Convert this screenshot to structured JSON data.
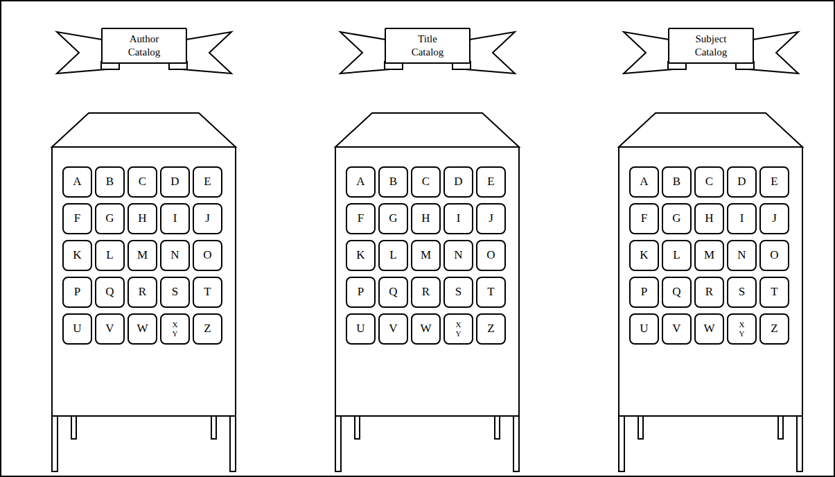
{
  "diagram": {
    "nodes": [
      {
        "text": [
          "Author Catalog"
        ]
      },
      {
        "text": [
          "A"
        ]
      },
      {
        "text": [
          "B"
        ]
      },
      {
        "text": [
          "C"
        ]
      },
      {
        "text": [
          "D"
        ]
      },
      {
        "text": [
          "E"
        ]
      },
      {
        "text": [
          "F"
        ]
      },
      {
        "text": [
          "G"
        ]
      },
      {
        "text": [
          "H"
        ]
      },
      {
        "text": [
          "I"
        ]
      },
      {
        "text": [
          "J"
        ]
      },
      {
        "text": [
          "K"
        ]
      },
      {
        "text": [
          "L"
        ]
      },
      {
        "text": [
          "M"
        ]
      },
      {
        "text": [
          "N"
        ]
      },
      {
        "text": [
          "O"
        ]
      },
      {
        "text": [
          "P"
        ]
      },
      {
        "text": [
          "Q"
        ]
      },
      {
        "text": [
          "R"
        ]
      },
      {
        "text": [
          "S"
        ]
      },
      {
        "text": [
          "T"
        ]
      },
      {
        "text": [
          "U"
        ]
      },
      {
        "text": [
          "V"
        ]
      },
      {
        "text": [
          "W"
        ]
      },
      {
        "text": [
          "X Y"
        ]
      },
      {
        "text": [
          "Z"
        ]
      },
      {
        "text": [
          "Title Catalog"
        ]
      },
      {
        "text": [
          "A"
        ]
      },
      {
        "text": [
          "B"
        ]
      },
      {
        "text": [
          "C"
        ]
      },
      {
        "text": [
          "D"
        ]
      },
      {
        "text": [
          "E"
        ]
      },
      {
        "text": [
          "F"
        ]
      },
      {
        "text": [
          "G"
        ]
      },
      {
        "text": [
          "H"
        ]
      },
      {
        "text": [
          "I"
        ]
      },
      {
        "text": [
          "J"
        ]
      },
      {
        "text": [
          "K"
        ]
      },
      {
        "text": [
          "L"
        ]
      },
      {
        "text": [
          "M"
        ]
      },
      {
        "text": [
          "N"
        ]
      },
      {
        "text": [
          "O"
        ]
      },
      {
        "text": [
          "P"
        ]
      },
      {
        "text": [
          "Q"
        ]
      },
      {
        "text": [
          "R"
        ]
      },
      {
        "text": [
          "S"
        ]
      },
      {
        "text": [
          "T"
        ]
      },
      {
        "text": [
          "U"
        ]
      },
      {
        "text": [
          "V"
        ]
      },
      {
        "text": [
          "W"
        ]
      },
      {
        "text": [
          "X Y"
        ]
      },
      {
        "text": [
          "Z"
        ]
      },
      {
        "text": [
          "Subject Catalog"
        ]
      },
      {
        "text": [
          "A"
        ]
      },
      {
        "text": [
          "B"
        ]
      },
      {
        "text": [
          "C"
        ]
      },
      {
        "text": [
          "D"
        ]
      },
      {
        "text": [
          "E"
        ]
      },
      {
        "text": [
          "F"
        ]
      },
      {
        "text": [
          "G"
        ]
      },
      {
        "text": [
          "H"
        ]
      },
      {
        "text": [
          "I"
        ]
      },
      {
        "text": [
          "J"
        ]
      },
      {
        "text": [
          "K"
        ]
      },
      {
        "text": [
          "L"
        ]
      },
      {
        "text": [
          "M"
        ]
      },
      {
        "text": [
          "N"
        ]
      },
      {
        "text": [
          "O"
        ]
      },
      {
        "text": [
          "P"
        ]
      },
      {
        "text": [
          "Q"
        ]
      },
      {
        "text": [
          "R"
        ]
      },
      {
        "text": [
          "S"
        ]
      },
      {
        "text": [
          "T"
        ]
      },
      {
        "text": [
          "U"
        ]
      },
      {
        "text": [
          "V"
        ]
      },
      {
        "text": [
          "W"
        ]
      },
      {
        "text": [
          "X Y"
        ]
      },
      {
        "text": [
          "Z"
        ]
      }
    ]
  }
}
